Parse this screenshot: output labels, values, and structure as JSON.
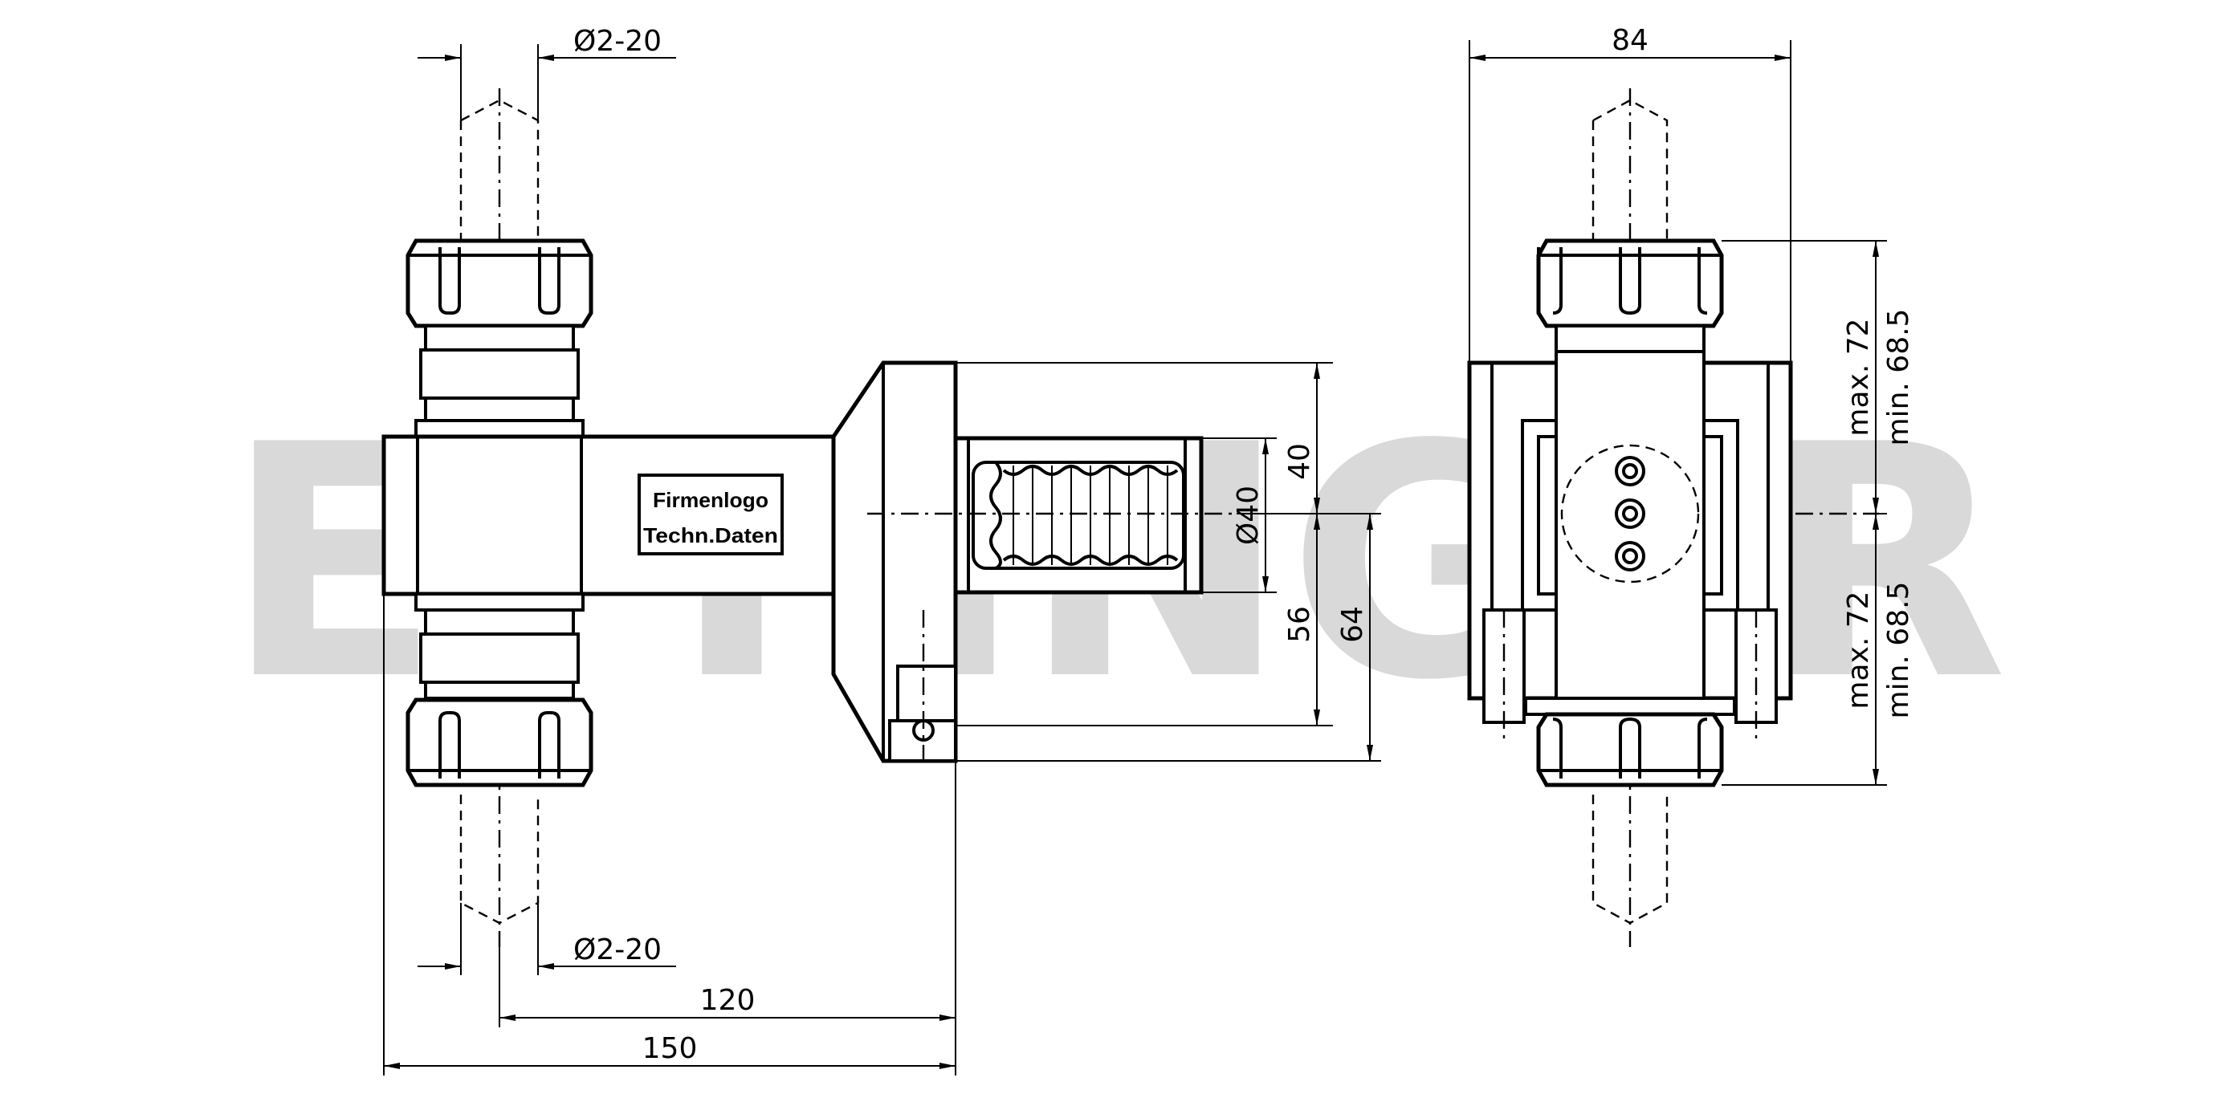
{
  "watermark": {
    "text": "EPPINGER"
  },
  "label_box": {
    "line1": "Firmenlogo",
    "line2": "Techn.Daten"
  },
  "dimensions": {
    "collet_top": "Ø2-20",
    "collet_bottom": "Ø2-20",
    "len_120": "120",
    "len_150": "150",
    "h_40": "40",
    "dia_40": "Ø40",
    "h_56": "56",
    "h_64": "64",
    "width_84": "84",
    "max_top": "max. 72",
    "min_top": "min. 68.5",
    "max_bottom": "max. 72",
    "min_bottom": "min. 68.5"
  }
}
